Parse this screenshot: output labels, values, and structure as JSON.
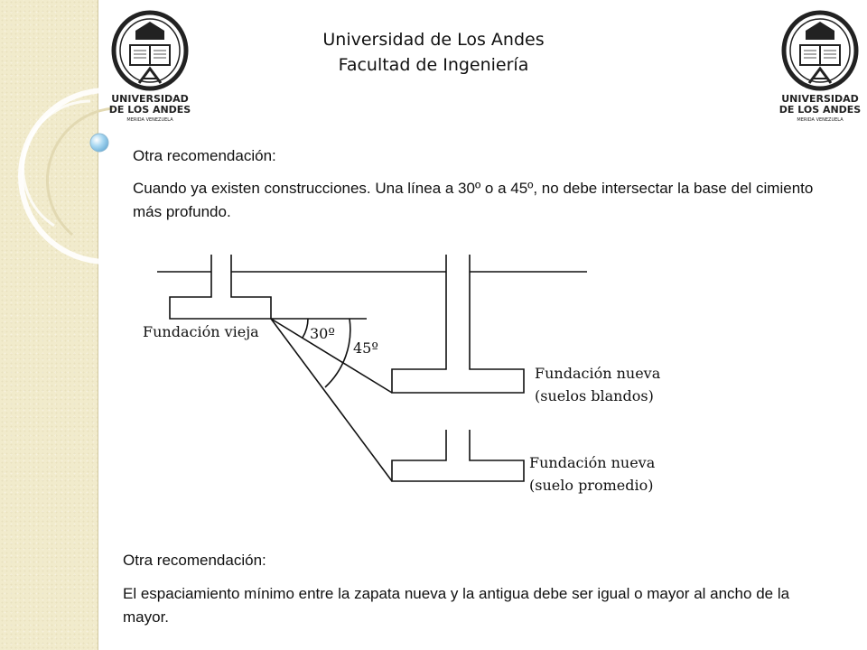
{
  "header": {
    "university": "Universidad de Los Andes",
    "faculty": "Facultad de Ingeniería"
  },
  "logo": {
    "line1": "UNIVERSIDAD",
    "line2": "DE LOS ANDES",
    "line3": "MERIDA VENEZUELA"
  },
  "section1": {
    "heading": "Otra recomendación:",
    "body": "Cuando ya existen construcciones. Una línea a 30º o a 45º, no debe  intersectar la base del cimiento más profundo."
  },
  "diagram": {
    "old_foundation_label": "Fundación vieja",
    "angle_30": "30º",
    "angle_45": "45º",
    "new_soft_label_1": "Fundación nueva",
    "new_soft_label_2": "(suelos blandos)",
    "new_avg_label_1": "Fundación nueva",
    "new_avg_label_2": "(suelo promedio)"
  },
  "section2": {
    "heading": "Otra recomendación:",
    "body": "El espaciamiento mínimo entre la zapata nueva y la antigua debe ser igual o mayor al ancho de la mayor."
  },
  "colors": {
    "side_band": "#f1ebcc",
    "accent_dot": "#8fc8ea"
  }
}
